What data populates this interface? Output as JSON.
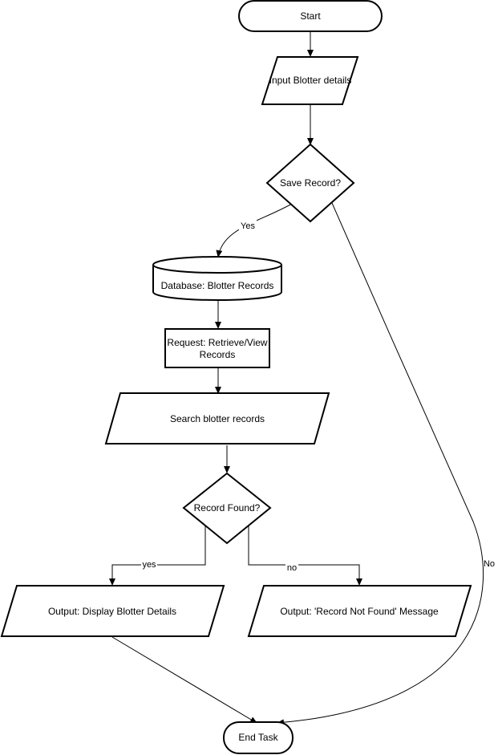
{
  "nodes": {
    "start": "Start",
    "input": "Input Blotter details",
    "save_decision": "Save Record?",
    "database": "Database: Blotter Records",
    "request_line1": "Request: Retrieve/View",
    "request_line2": "Records",
    "search": "Search blotter records",
    "found_decision": "Record Found?",
    "display_output": "Output: Display Blotter Details",
    "not_found_output": "Output: 'Record Not Found' Message",
    "end": "End Task"
  },
  "edges": {
    "save_yes": "Yes",
    "save_no": "No",
    "found_yes": "yes",
    "found_no": "no"
  }
}
